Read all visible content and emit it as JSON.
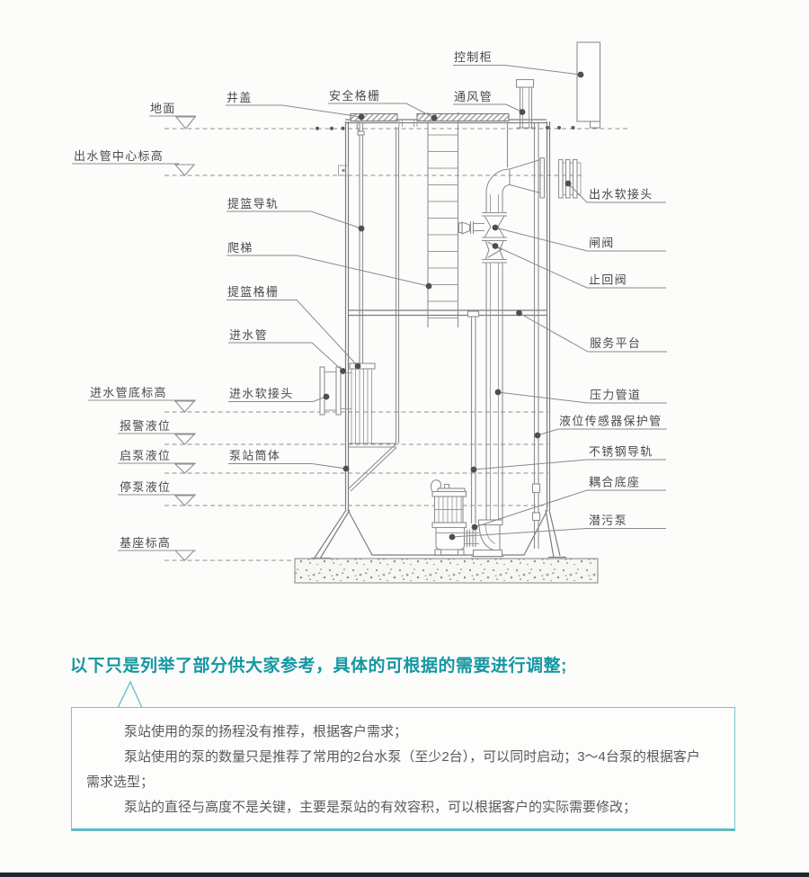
{
  "page": {
    "background": "#fcfcfb",
    "footer_bar_color": "#202631"
  },
  "diagram": {
    "line_color": "#8f8f8f",
    "label_color": "#4a4a4a",
    "labels": {
      "dimian": "地面",
      "chushuiguan_zhongxin_biaogao": "出水管中心标高",
      "jinshuiguan_di_biaogao": "进水管底标高",
      "baojing_yewei": "报警液位",
      "qibeng_yewei": "启泵液位",
      "tingbeng_yewei": "停泵液位",
      "jizuo_biaogao": "基座标高",
      "jinggai": "井盖",
      "anquan_geshan": "安全格栅",
      "tongfengguan": "通风管",
      "kongzhigui": "控制柜",
      "tilan_daogui": "提篮导轨",
      "pati": "爬梯",
      "tilan_geshan": "提篮格栅",
      "jinshuiguan": "进水管",
      "jinshui_ruanjietou": "进水软接头",
      "bengzhan_tongti": "泵站筒体",
      "chushui_ruanjietou": "出水软接头",
      "zhafa": "闸阀",
      "zhihuifa": "止回阀",
      "fuwu_pingtai": "服务平台",
      "yali_guandao": "压力管道",
      "yewei_chuanganqi_baohuguan": "液位传感器保护管",
      "buxiugang_daogui": "不锈钢导轨",
      "ouhe_dizuo": "耦合底座",
      "qianwubeng": "潜污泵"
    }
  },
  "note": {
    "heading": "以下只是列举了部分供大家参考，具体的可根据的需要进行调整;",
    "heading_color": "#1597a2",
    "box_border_color": "#77c4cb",
    "lines": [
      "泵站使用的泵的扬程没有推荐，根据客户需求；",
      "泵站使用的泵的数量只是推荐了常用的2台水泵（至少2台），可以同时启动；3～4台泵的根据客户",
      "需求选型；",
      "泵站的直径与高度不是关键，主要是泵站的有效容积，可以根据客户的实际需要修改；"
    ]
  }
}
